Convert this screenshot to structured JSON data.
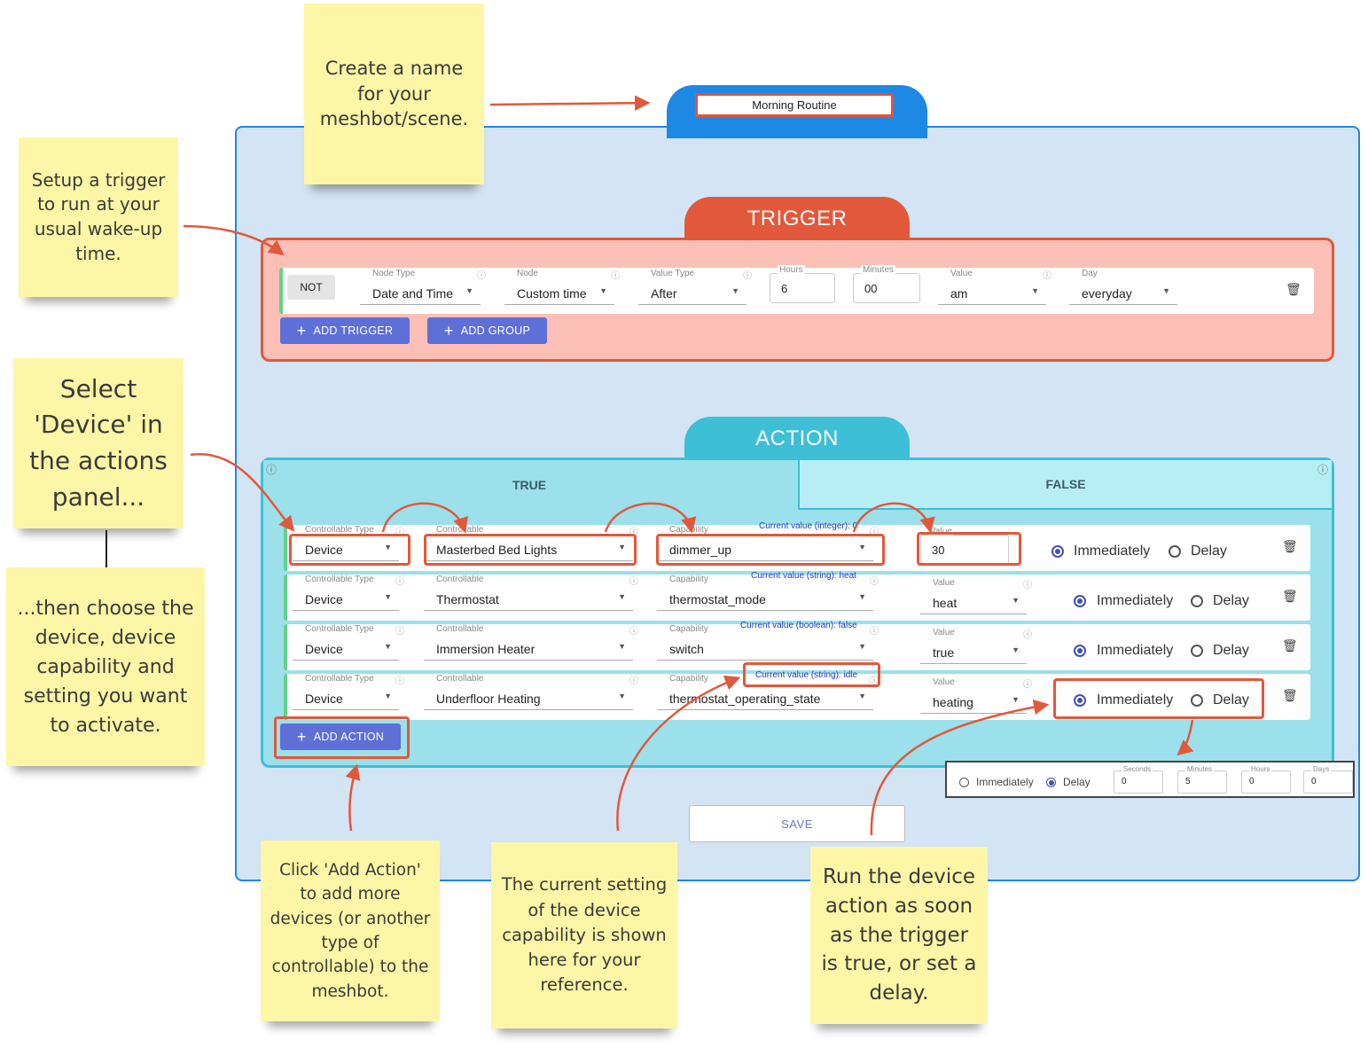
{
  "scene_name": "Morning Routine",
  "notes": {
    "name": "Create a name for your meshbot/scene.",
    "trigger": "Setup a trigger to run at your usual wake-up time.",
    "select_device": "Select 'Device' in the actions panel...",
    "choose_device": "...then choose the device, device capability and setting you want to activate.",
    "add_action": "Click 'Add Action' to add more devices (or another type of controllable) to the meshbot.",
    "current_setting": "The current setting of the device capability is shown here for your reference.",
    "run": "Run the device action as soon as the trigger is true, or set a delay."
  },
  "trigger": {
    "heading": "TRIGGER",
    "not_label": "NOT",
    "fields": [
      {
        "label": "Node Type",
        "value": "Date and Time"
      },
      {
        "label": "Node",
        "value": "Custom time"
      },
      {
        "label": "Value Type",
        "value": "After"
      },
      {
        "label": "Hours",
        "value": "6"
      },
      {
        "label": "Minutes",
        "value": "00"
      },
      {
        "label": "Value",
        "value": "am"
      },
      {
        "label": "Day",
        "value": "everyday"
      }
    ],
    "add_trigger": "ADD TRIGGER",
    "add_group": "ADD GROUP"
  },
  "action": {
    "heading": "ACTION",
    "tab_true": "TRUE",
    "tab_false": "FALSE",
    "labels": {
      "type": "Controllable Type",
      "controllable": "Controllable",
      "capability": "Capability",
      "value": "Value",
      "immediately": "Immediately",
      "delay": "Delay"
    },
    "rows": [
      {
        "type": "Device",
        "controllable": "Masterbed Bed Lights",
        "capability": "dimmer_up",
        "current": "Current value (integer): 0",
        "value": "30"
      },
      {
        "type": "Device",
        "controllable": "Thermostat",
        "capability": "thermostat_mode",
        "current": "Current value (string): heat",
        "value": "heat"
      },
      {
        "type": "Device",
        "controllable": "Immersion Heater",
        "capability": "switch",
        "current": "Current value (boolean): false",
        "value": "true"
      },
      {
        "type": "Device",
        "controllable": "Underfloor Heating",
        "capability": "thermostat_operating_state",
        "current": "Current value (string): idle",
        "value": "heating"
      }
    ],
    "add_action": "ADD ACTION"
  },
  "delay_panel": {
    "immediately": "Immediately",
    "delay": "Delay",
    "fields": [
      {
        "label": "Seconds",
        "value": "0"
      },
      {
        "label": "Minutes",
        "value": "5"
      },
      {
        "label": "Hours",
        "value": "0"
      },
      {
        "label": "Days",
        "value": "0"
      }
    ]
  },
  "save": "SAVE",
  "colors": {
    "accent_blue": "#1e88e5",
    "trigger_red": "#e2583a",
    "action_teal": "#3dbfd6",
    "button_purple": "#5f6fd8",
    "note_yellow": "#fdf6a6"
  }
}
